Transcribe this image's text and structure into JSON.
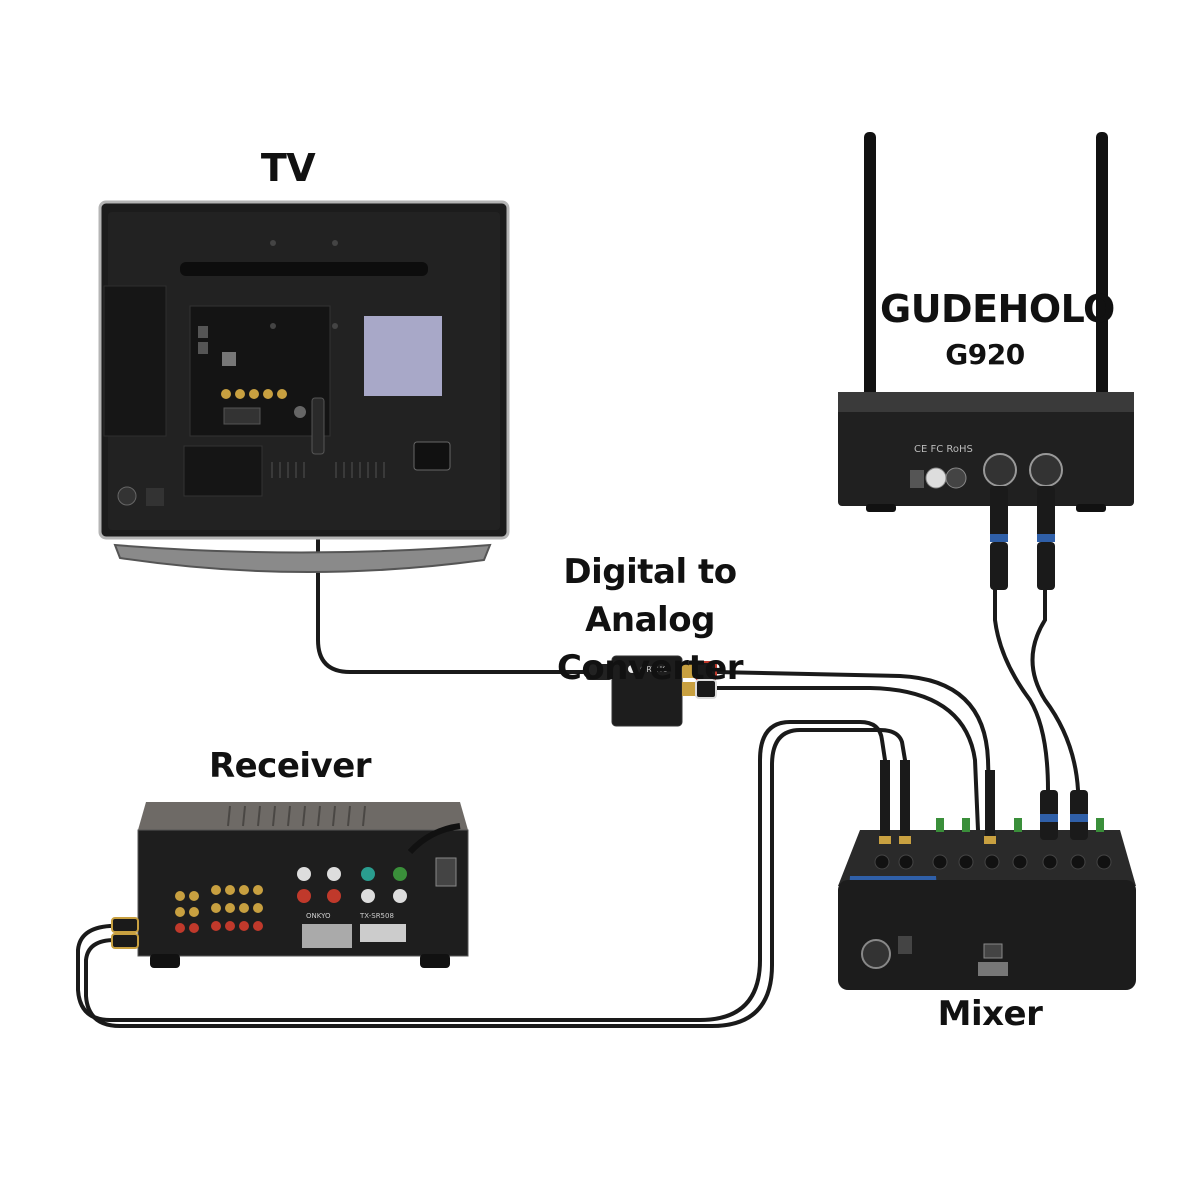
{
  "labels": {
    "tv": "TV",
    "receiver_brand": "GUDEHOLO",
    "receiver_model": "G920",
    "converter_line1": "Digital to Analog",
    "converter_line2": "Converter",
    "receiver": "Receiver",
    "mixer": "Mixer"
  },
  "device_text": {
    "converter_brand": "ORTHO",
    "mic_receiver_marks": "CE FC RoHS",
    "av_receiver_model": "TX-SR508",
    "av_receiver_brand": "ONKYO"
  },
  "colors": {
    "device_body": "#1c1c1c",
    "device_panel": "#2a2a2a",
    "cable": "#1a1a1a",
    "mixer_accent": "#2f5fa8",
    "tv_sticker": "#a8a8c8",
    "receiver_top": "#6e6a66",
    "gold": "#c8a040",
    "rca_red": "#c0392b",
    "rca_white": "#dddddd"
  }
}
